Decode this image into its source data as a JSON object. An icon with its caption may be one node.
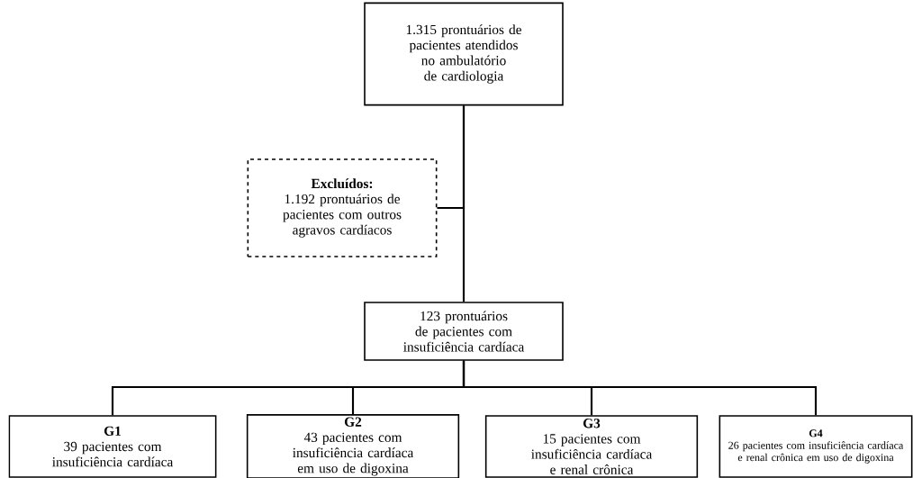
{
  "diagram": {
    "nodes": [
      {
        "text": [
          "1.315 prontuários de pacientes atendidos no ambulatório de cardiologia"
        ]
      },
      {
        "text": [
          "Excluídos:",
          "1.192 prontuários de pacientes com outros agravos cardíacos"
        ]
      },
      {
        "text": [
          "123 prontuários de pacientes com insuficiência cardíaca"
        ]
      },
      {
        "text": [
          "G1",
          "39 pacientes com insuficiência cardíaca"
        ]
      },
      {
        "text": [
          "G2",
          "43 pacientes com insuficiência cardíaca em uso de digoxina"
        ]
      },
      {
        "text": [
          "G3",
          "15 pacientes com insuficiência cardíaca e renal crônica"
        ]
      },
      {
        "text": [
          "G4",
          "26 pacientes com insuficiência cardíaca e renal crônica em uso de digoxina"
        ]
      }
    ],
    "edges": [
      {
        "from": 0,
        "to": 2,
        "arrow": "none"
      },
      {
        "from": 0,
        "to": 1,
        "arrow": "none"
      },
      {
        "from": 2,
        "to": 3,
        "arrow": "none"
      },
      {
        "from": 2,
        "to": 4,
        "arrow": "none"
      },
      {
        "from": 2,
        "to": 5,
        "arrow": "none"
      },
      {
        "from": 2,
        "to": 6,
        "arrow": "none"
      }
    ]
  }
}
